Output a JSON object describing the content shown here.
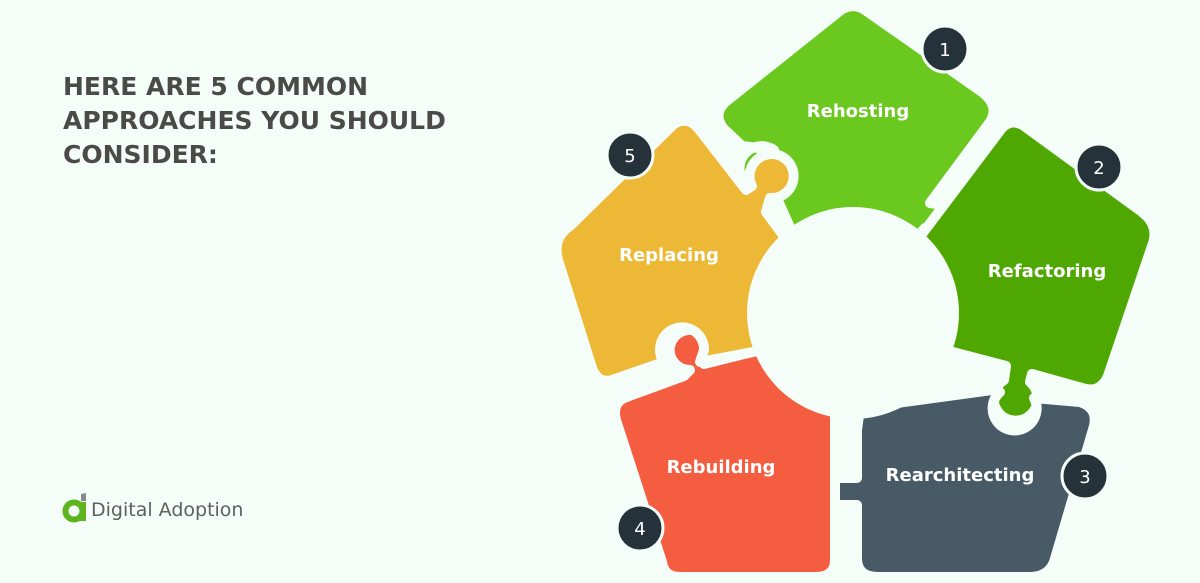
{
  "headline": {
    "lines": [
      "HERE ARE 5 COMMON",
      "APPROACHES YOU SHOULD",
      "CONSIDER:"
    ]
  },
  "logo": {
    "icon": "digital-adoption-a-icon",
    "text": "Digital Adoption",
    "colors": {
      "green": "#5cb51d",
      "grey": "#5f5f5f"
    }
  },
  "diagram": {
    "type": "puzzle-pentagon",
    "center_hole_color": "#f5fdf8",
    "pieces": [
      {
        "number": "1",
        "label": "Rehosting",
        "color": "#6ac81e"
      },
      {
        "number": "2",
        "label": "Refactoring",
        "color": "#4fa802"
      },
      {
        "number": "3",
        "label": "Rearchitecting",
        "color": "#475a66"
      },
      {
        "number": "4",
        "label": "Rebuilding",
        "color": "#f55d41"
      },
      {
        "number": "5",
        "label": "Replacing",
        "color": "#edb835"
      }
    ],
    "badge_color": "#26323a"
  }
}
